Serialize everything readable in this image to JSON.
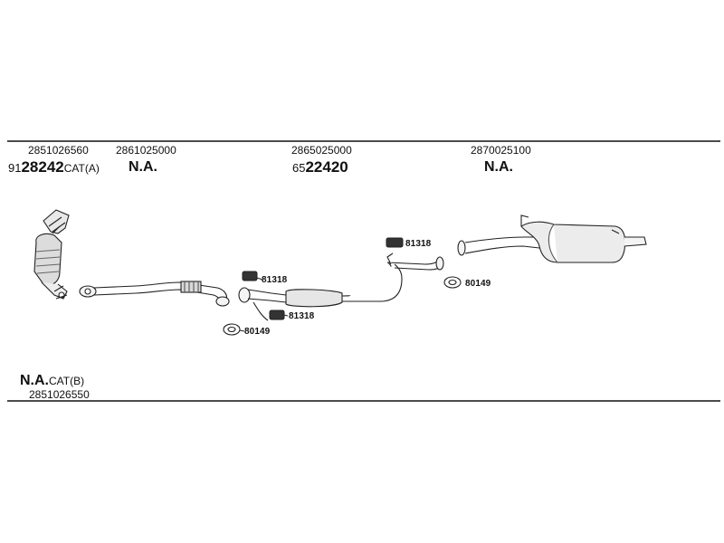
{
  "sections": [
    {
      "part_no": "2851026560",
      "code_prefix": "91",
      "code_main": "28242",
      "code_suffix": "CAT(A)"
    },
    {
      "part_no": "2861025000",
      "code_main": "N.A."
    },
    {
      "part_no": "2865025000",
      "code_prefix": "65",
      "code_main": "22420"
    },
    {
      "part_no": "2870025100",
      "code_main": "N.A."
    }
  ],
  "bottom_item": {
    "code_main": "N.A.",
    "code_suffix": "CAT(B)",
    "part_no": "2851026550"
  },
  "callouts": {
    "clamp_front_upper": "81318",
    "clamp_front_lower": "81318",
    "gasket_front": "80149",
    "clamp_rear": "81318",
    "gasket_rear": "80149"
  }
}
